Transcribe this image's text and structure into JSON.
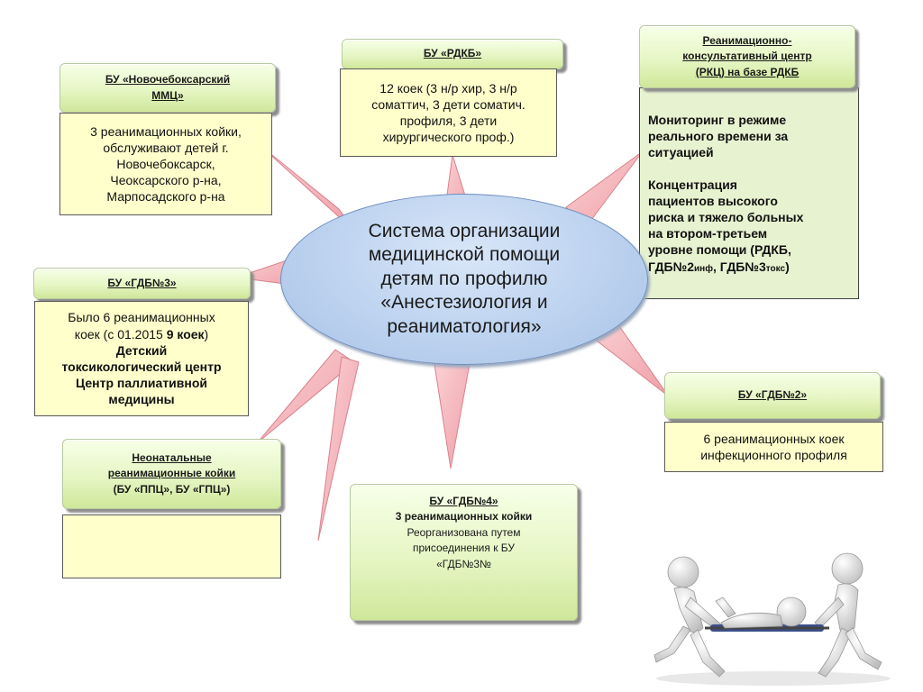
{
  "center": {
    "lines": [
      "Система организации",
      "медицинской помощи",
      "детям по профилю",
      "«Анестезиология и",
      "реаниматология»"
    ]
  },
  "nodes": {
    "novocheb": {
      "header": [
        "БУ «Новочебоксарский",
        "ММЦ»"
      ],
      "body": [
        "3 реанимационных койки,",
        "обслуживают детей г.",
        "Новочебоксарск,",
        "Чеоксарского р-на,",
        "Марпосадского р-на"
      ]
    },
    "rdkb": {
      "header": "БУ «РДКБ»",
      "body": [
        "12 коек (3 н/р хир, 3 н/р",
        "соматтич, 3 дети соматич.",
        "профиля, 3 дети",
        "хирургического проф.)"
      ]
    },
    "rkc": {
      "header": [
        "Реанимационно-",
        "консультативный центр",
        "(РКЦ) на базе РДКБ"
      ],
      "para1": [
        "Мониторинг в режиме",
        "реального времени за",
        "ситуацией"
      ],
      "para2": [
        "Концентрация",
        "пациентов высокого",
        "риска и тяжело больных",
        "на втором-третьем",
        "уровне помощи  (РДКБ,"
      ],
      "para2_last_a": "ГДБ№2",
      "para2_last_sub_a": "инф",
      "para2_last_b": ", ГДБ№3",
      "para2_last_sub_b": "токс",
      "para2_last_c": ")"
    },
    "gdb3": {
      "header": "БУ «ГДБ№3»",
      "line1": "Было 6 реанимационных",
      "line2_a": "коек (с 01.2015 ",
      "line2_b": "9 коек",
      "line2_c": ")",
      "bold_lines": [
        "Детский",
        "токсикологический центр",
        "Центр паллиативной",
        "медицины"
      ]
    },
    "gdb2": {
      "header": "БУ «ГДБ№2»",
      "body": [
        "6 реанимационных коек",
        "инфекционного профиля"
      ]
    },
    "neonatal": {
      "header": [
        "Неонатальные",
        "реанимационные койки",
        "(БУ «ППЦ», БУ «ГПЦ»)"
      ],
      "body": []
    },
    "gdb4": {
      "title": "БУ «ГДБ№4»",
      "subtitle": "3 реанимационных койки",
      "body": [
        "Реорганизована путем",
        "присоединения к БУ",
        "«ГДБ№3№"
      ]
    }
  },
  "colors": {
    "ray": "#f4b6bc",
    "ray_edge": "#d9828c",
    "header_green": "#e6f6c4",
    "yellow_box": "#ffffcc",
    "ellipse_blue": "#bcd2ef",
    "rkc_green": "#e7f2d0"
  },
  "illustration": "figures-carrying-stretcher"
}
